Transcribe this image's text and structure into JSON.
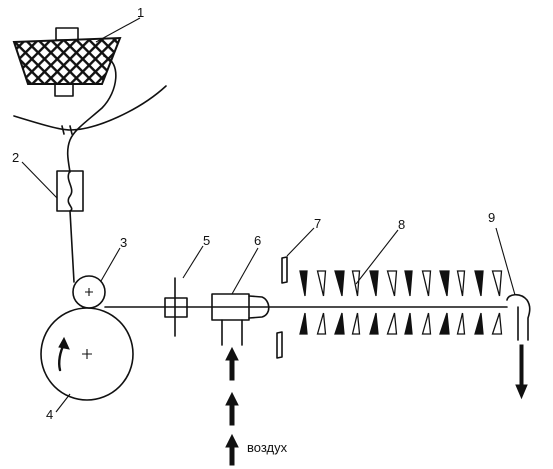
{
  "labels": {
    "n1": "1",
    "n2": "2",
    "n3": "3",
    "n4": "4",
    "n5": "5",
    "n6": "6",
    "n7": "7",
    "n8": "8",
    "n9": "9",
    "air": "воздух"
  },
  "colors": {
    "ink": "#111111",
    "background": "#ffffff"
  }
}
